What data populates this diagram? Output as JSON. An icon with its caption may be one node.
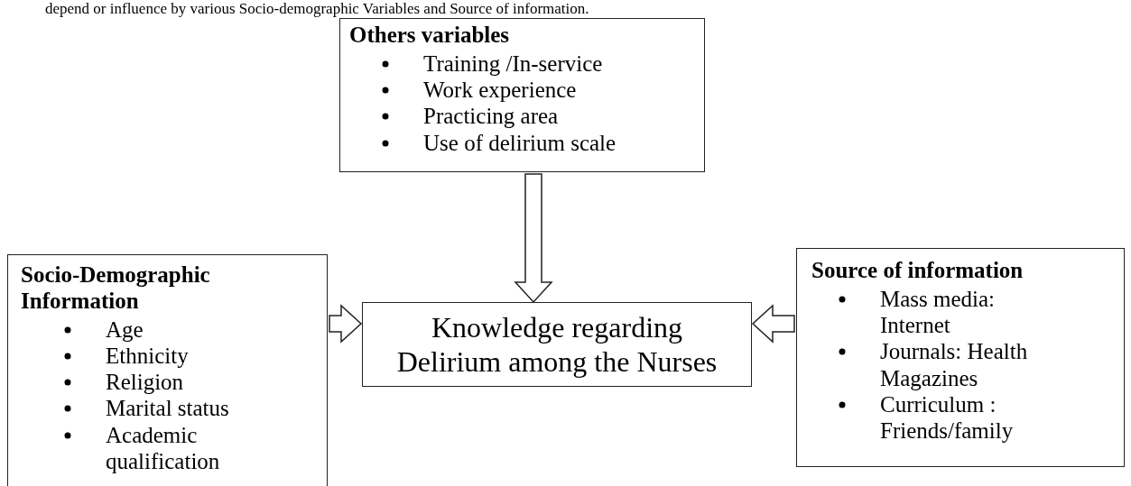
{
  "diagram": {
    "nodes": [
      {
        "text": [
          "Others variables",
          "Training /In-service",
          "Work experience",
          "Practicing area",
          "Use of delirium scale"
        ]
      },
      {
        "text": [
          "Socio-Demographic Information",
          "Age",
          "Ethnicity",
          "Religion",
          "Marital status",
          "Academic qualification"
        ]
      },
      {
        "text": [
          "Knowledge regarding Delirium among the Nurses"
        ]
      },
      {
        "text": [
          "Source of information",
          "Mass media: Internet",
          "Journals:  Health Magazines",
          "Curriculum : Friends/family"
        ]
      }
    ],
    "edges": [
      {
        "from": 0,
        "to": 2,
        "arrow": "to"
      },
      {
        "from": 1,
        "to": 2,
        "arrow": "to"
      },
      {
        "from": 3,
        "to": 2,
        "arrow": "to"
      }
    ],
    "labels": [
      "depend or influence by various Socio-demographic Variables and Source of information."
    ]
  }
}
